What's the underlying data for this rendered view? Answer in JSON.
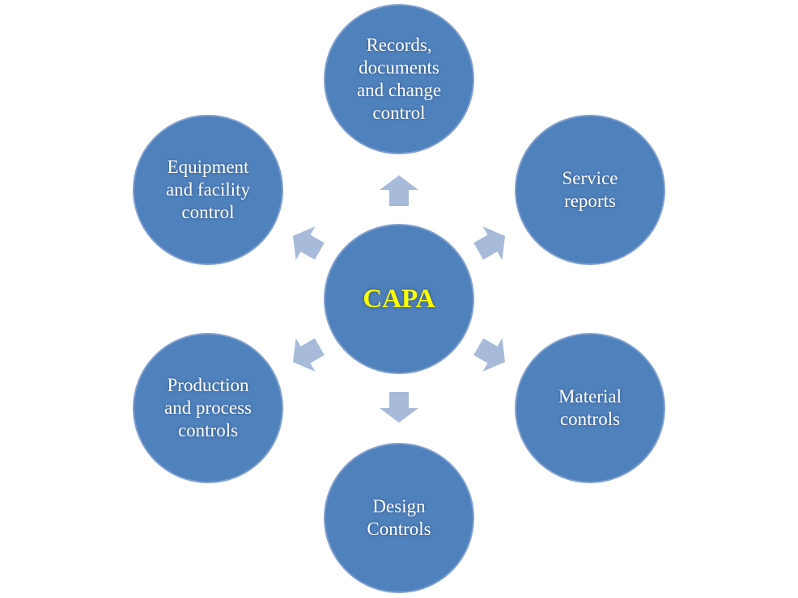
{
  "colors": {
    "circle_fill": "#4f81bd",
    "circle_text": "#ffffff",
    "center_text": "#ffff00",
    "arrow_fill": "#a7bad9"
  },
  "center": {
    "label": "CAPA"
  },
  "nodes": [
    {
      "id": "records",
      "label": "Records,\ndocuments\nand change\ncontrol"
    },
    {
      "id": "service",
      "label": "Service\nreports"
    },
    {
      "id": "material",
      "label": "Material\ncontrols"
    },
    {
      "id": "design",
      "label": "Design\nControls"
    },
    {
      "id": "production",
      "label": "Production\nand process\ncontrols"
    },
    {
      "id": "equipment",
      "label": "Equipment\nand facility\ncontrol"
    }
  ]
}
